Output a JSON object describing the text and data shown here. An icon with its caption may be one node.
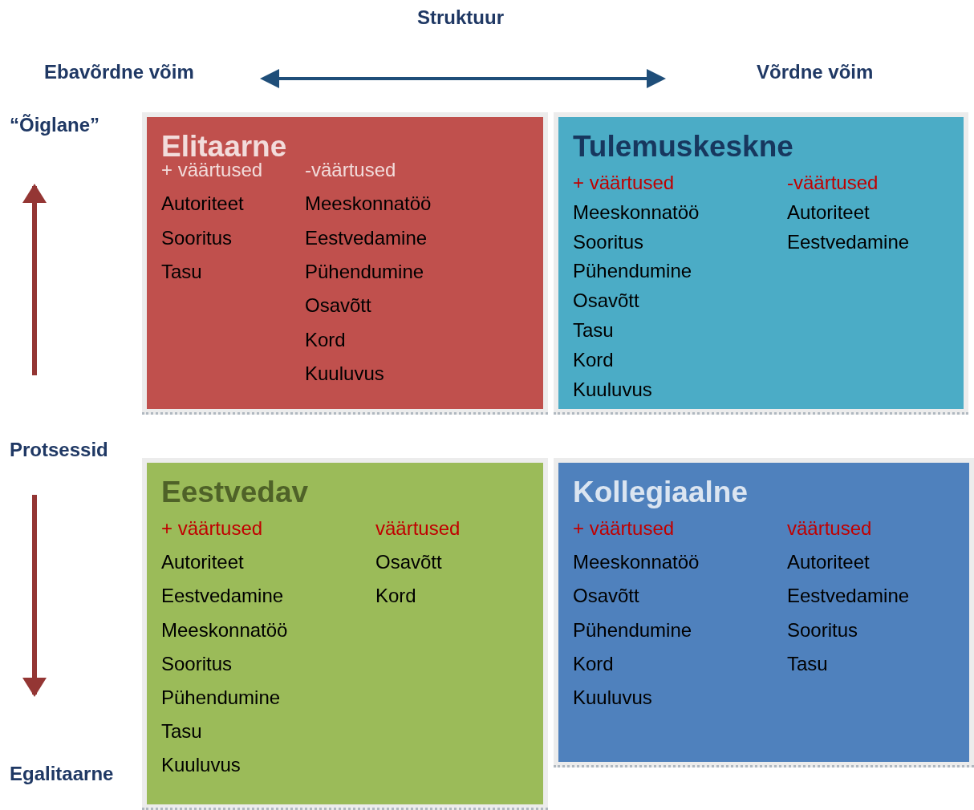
{
  "diagram": {
    "nodes": [
      {
        "text": [
          "Elitaarne",
          "+ väärtused",
          "-väärtused",
          "Autoriteet",
          "Sooritus",
          "Tasu",
          "Meeskonnatöö",
          "Eestvedamine",
          "Pühendumine",
          "Osavõtt",
          "Kord",
          "Kuuluvus"
        ]
      },
      {
        "text": [
          "Tulemuskeskne",
          "+ väärtused",
          "-väärtused",
          "Meeskonnatöö",
          "Sooritus",
          "Pühendumine",
          "Osavõtt",
          "Tasu",
          "Kord",
          "Kuuluvus",
          "Autoriteet",
          "Eestvedamine"
        ]
      },
      {
        "text": [
          "Eestvedav",
          "+ väärtused",
          "väärtused",
          "Autoriteet",
          "Eestvedamine",
          "Meeskonnatöö",
          "Sooritus",
          "Pühendumine",
          "Tasu",
          "Kuuluvus",
          "Osavõtt",
          "Kord"
        ]
      },
      {
        "text": [
          "Kollegiaalne",
          "+ väärtused",
          "väärtused",
          "Meeskonnatöö",
          "Osavõtt",
          "Pühendumine",
          "Kord",
          "Kuuluvus",
          "Autoriteet",
          "Eestvedamine",
          "Sooritus",
          "Tasu"
        ]
      }
    ],
    "edges": [],
    "labels": [
      "Struktuur",
      "Ebavõrdne võim",
      "Võrdne võim",
      "“Õiglane”",
      "Protsessid",
      "Egalitaarne"
    ]
  }
}
